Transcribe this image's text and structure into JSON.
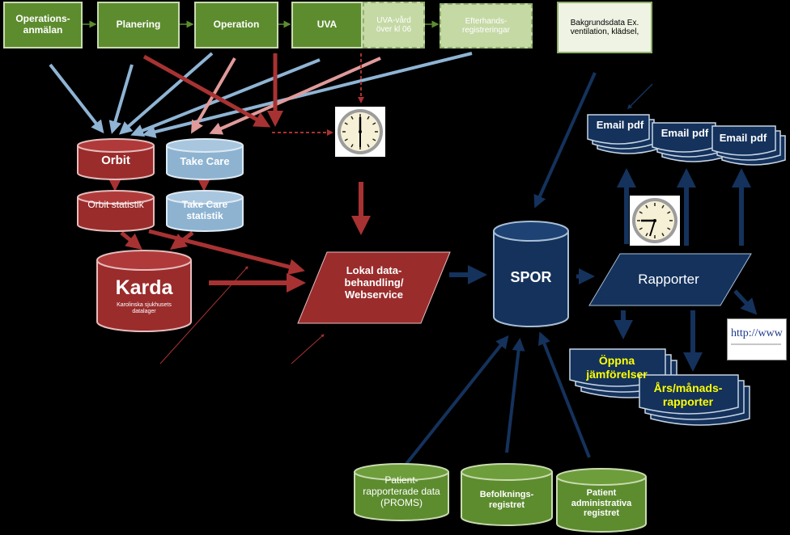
{
  "top_row": {
    "operationsanmalan": "Operations-anmälan",
    "planering": "Planering",
    "operation": "Operation",
    "uva": "UVA",
    "uva_vard": "UVA-vård över kl 06",
    "efterhands": "Efterhands-registreringar",
    "bakgrundsdata": "Bakgrundsdata Ex. ventilation, klädsel,"
  },
  "databases": {
    "orbit": "Orbit",
    "take_care": "Take Care",
    "orbit_statistik": "Orbit statistik",
    "take_care_statistik": "Take Care statistik",
    "karda": "Karda",
    "karda_sub": "Karolinska sjukhusets datalager"
  },
  "processing": {
    "lokal": "Lokal data-behandling/ Webservice",
    "spor": "SPOR",
    "rapporter": "Rapporter"
  },
  "outputs": {
    "email_pdf": "Email pdf",
    "oppna": "Öppna jämförelser",
    "ars": "Års/månads-rapporter",
    "http": "http://www"
  },
  "sources": {
    "proms": "Patient-rapporterade data (PROMS)",
    "befolkning": "Befolknings-registret",
    "patient_adm": "Patient administrativa registret"
  },
  "colors": {
    "green": "#5d8c2f",
    "red": "#9b2c2c",
    "lightblue": "#8db3d1",
    "navy": "#14325c",
    "arrow_blue": "#8fb4d4",
    "arrow_pink": "#e09a9a",
    "arrow_red": "#a83232"
  }
}
